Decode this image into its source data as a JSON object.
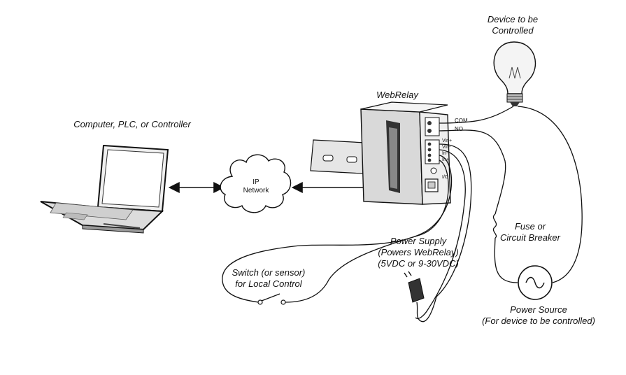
{
  "labels": {
    "device": [
      "Device to be",
      "Controlled"
    ],
    "computer": "Computer, PLC, or Controller",
    "network": [
      "IP",
      "Network"
    ],
    "webrelay": "WebRelay",
    "fuse": [
      "Fuse or",
      "Circuit Breaker"
    ],
    "power_supply": [
      "Power Supply",
      "(Powers WebRelay)",
      "(5VDC or 9-30VDC)"
    ],
    "switch": [
      "Switch (or sensor)",
      "for Local Control"
    ],
    "power_source": [
      "Power Source",
      "(For device to be controlled)"
    ]
  },
  "terminals": {
    "com": "COM",
    "no": "NO",
    "vin_plus": "Vin+",
    "vin_minus": "Vin-",
    "in_minus": "In-",
    "in_plus": "In+",
    "io": "I/O"
  }
}
